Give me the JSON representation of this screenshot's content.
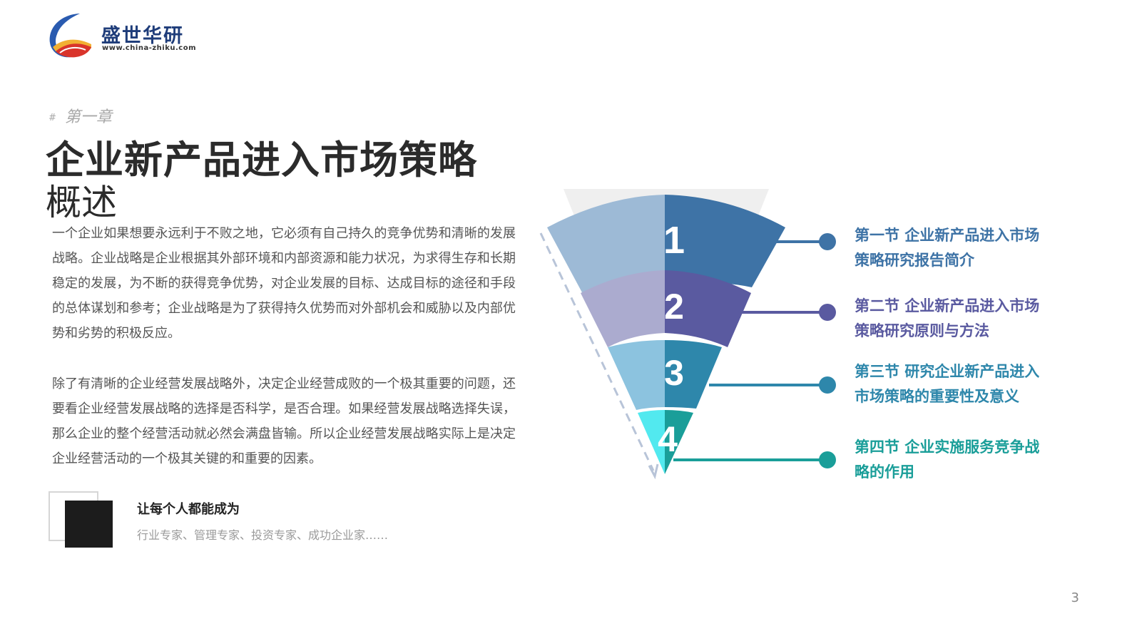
{
  "logo": {
    "name": "盛世华研",
    "url": "www.china-zhiku.com",
    "colors": {
      "blue": "#2a5bb0",
      "red": "#d9342b",
      "gold": "#f2b033"
    }
  },
  "chapter": {
    "hash": "#",
    "label": "第一章"
  },
  "title": {
    "line1": "企业新产品进入市场策略",
    "line2": "概述"
  },
  "paragraphs": [
    "一个企业如果想要永远利于不败之地，它必须有自己持久的竞争优势和清晰的发展战略。企业战略是企业根据其外部环境和内部资源和能力状况，为求得生存和长期稳定的发展，为不断的获得竞争优势，对企业发展的目标、达成目标的途径和手段的总体谋划和参考；企业战略是为了获得持久优势而对外部机会和威胁以及内部优势和劣势的积极反应。",
    "除了有清晰的企业经营发展战略外，决定企业经营成败的一个极其重要的问题，还要看企业经营发展战略的选择是否科学，是否合理。如果经营发展战略选择失误，那么企业的整个经营活动就必然会满盘皆输。所以企业经营发展战略实际上是决定企业经营活动的一个极其关键的和重要的因素。"
  ],
  "motto": {
    "title": "让每个人都能成为",
    "subtitle": "行业专家、管理专家、投资专家、成功企业家……"
  },
  "funnel": {
    "levels": [
      {
        "number": "1",
        "light": "#9dbad6",
        "dark": "#3e73a6"
      },
      {
        "number": "2",
        "light": "#ababcf",
        "dark": "#5a5aa0"
      },
      {
        "number": "3",
        "light": "#8cc3df",
        "dark": "#2e87ab"
      },
      {
        "number": "4",
        "light": "#52e9ef",
        "dark": "#1a9e99"
      }
    ]
  },
  "sections": [
    {
      "label": "第一节 企业新产品进入市场策略研究报告简介",
      "color": "#3e73a6"
    },
    {
      "label": "第二节 企业新产品进入市场策略研究原则与方法",
      "color": "#5a5aa0"
    },
    {
      "label": "第三节 研究企业新产品进入市场策略的重要性及意义",
      "color": "#2e87ab"
    },
    {
      "label": "第四节 企业实施服务竞争战略的作用",
      "color": "#1a9e99"
    }
  ],
  "page_number": "3"
}
